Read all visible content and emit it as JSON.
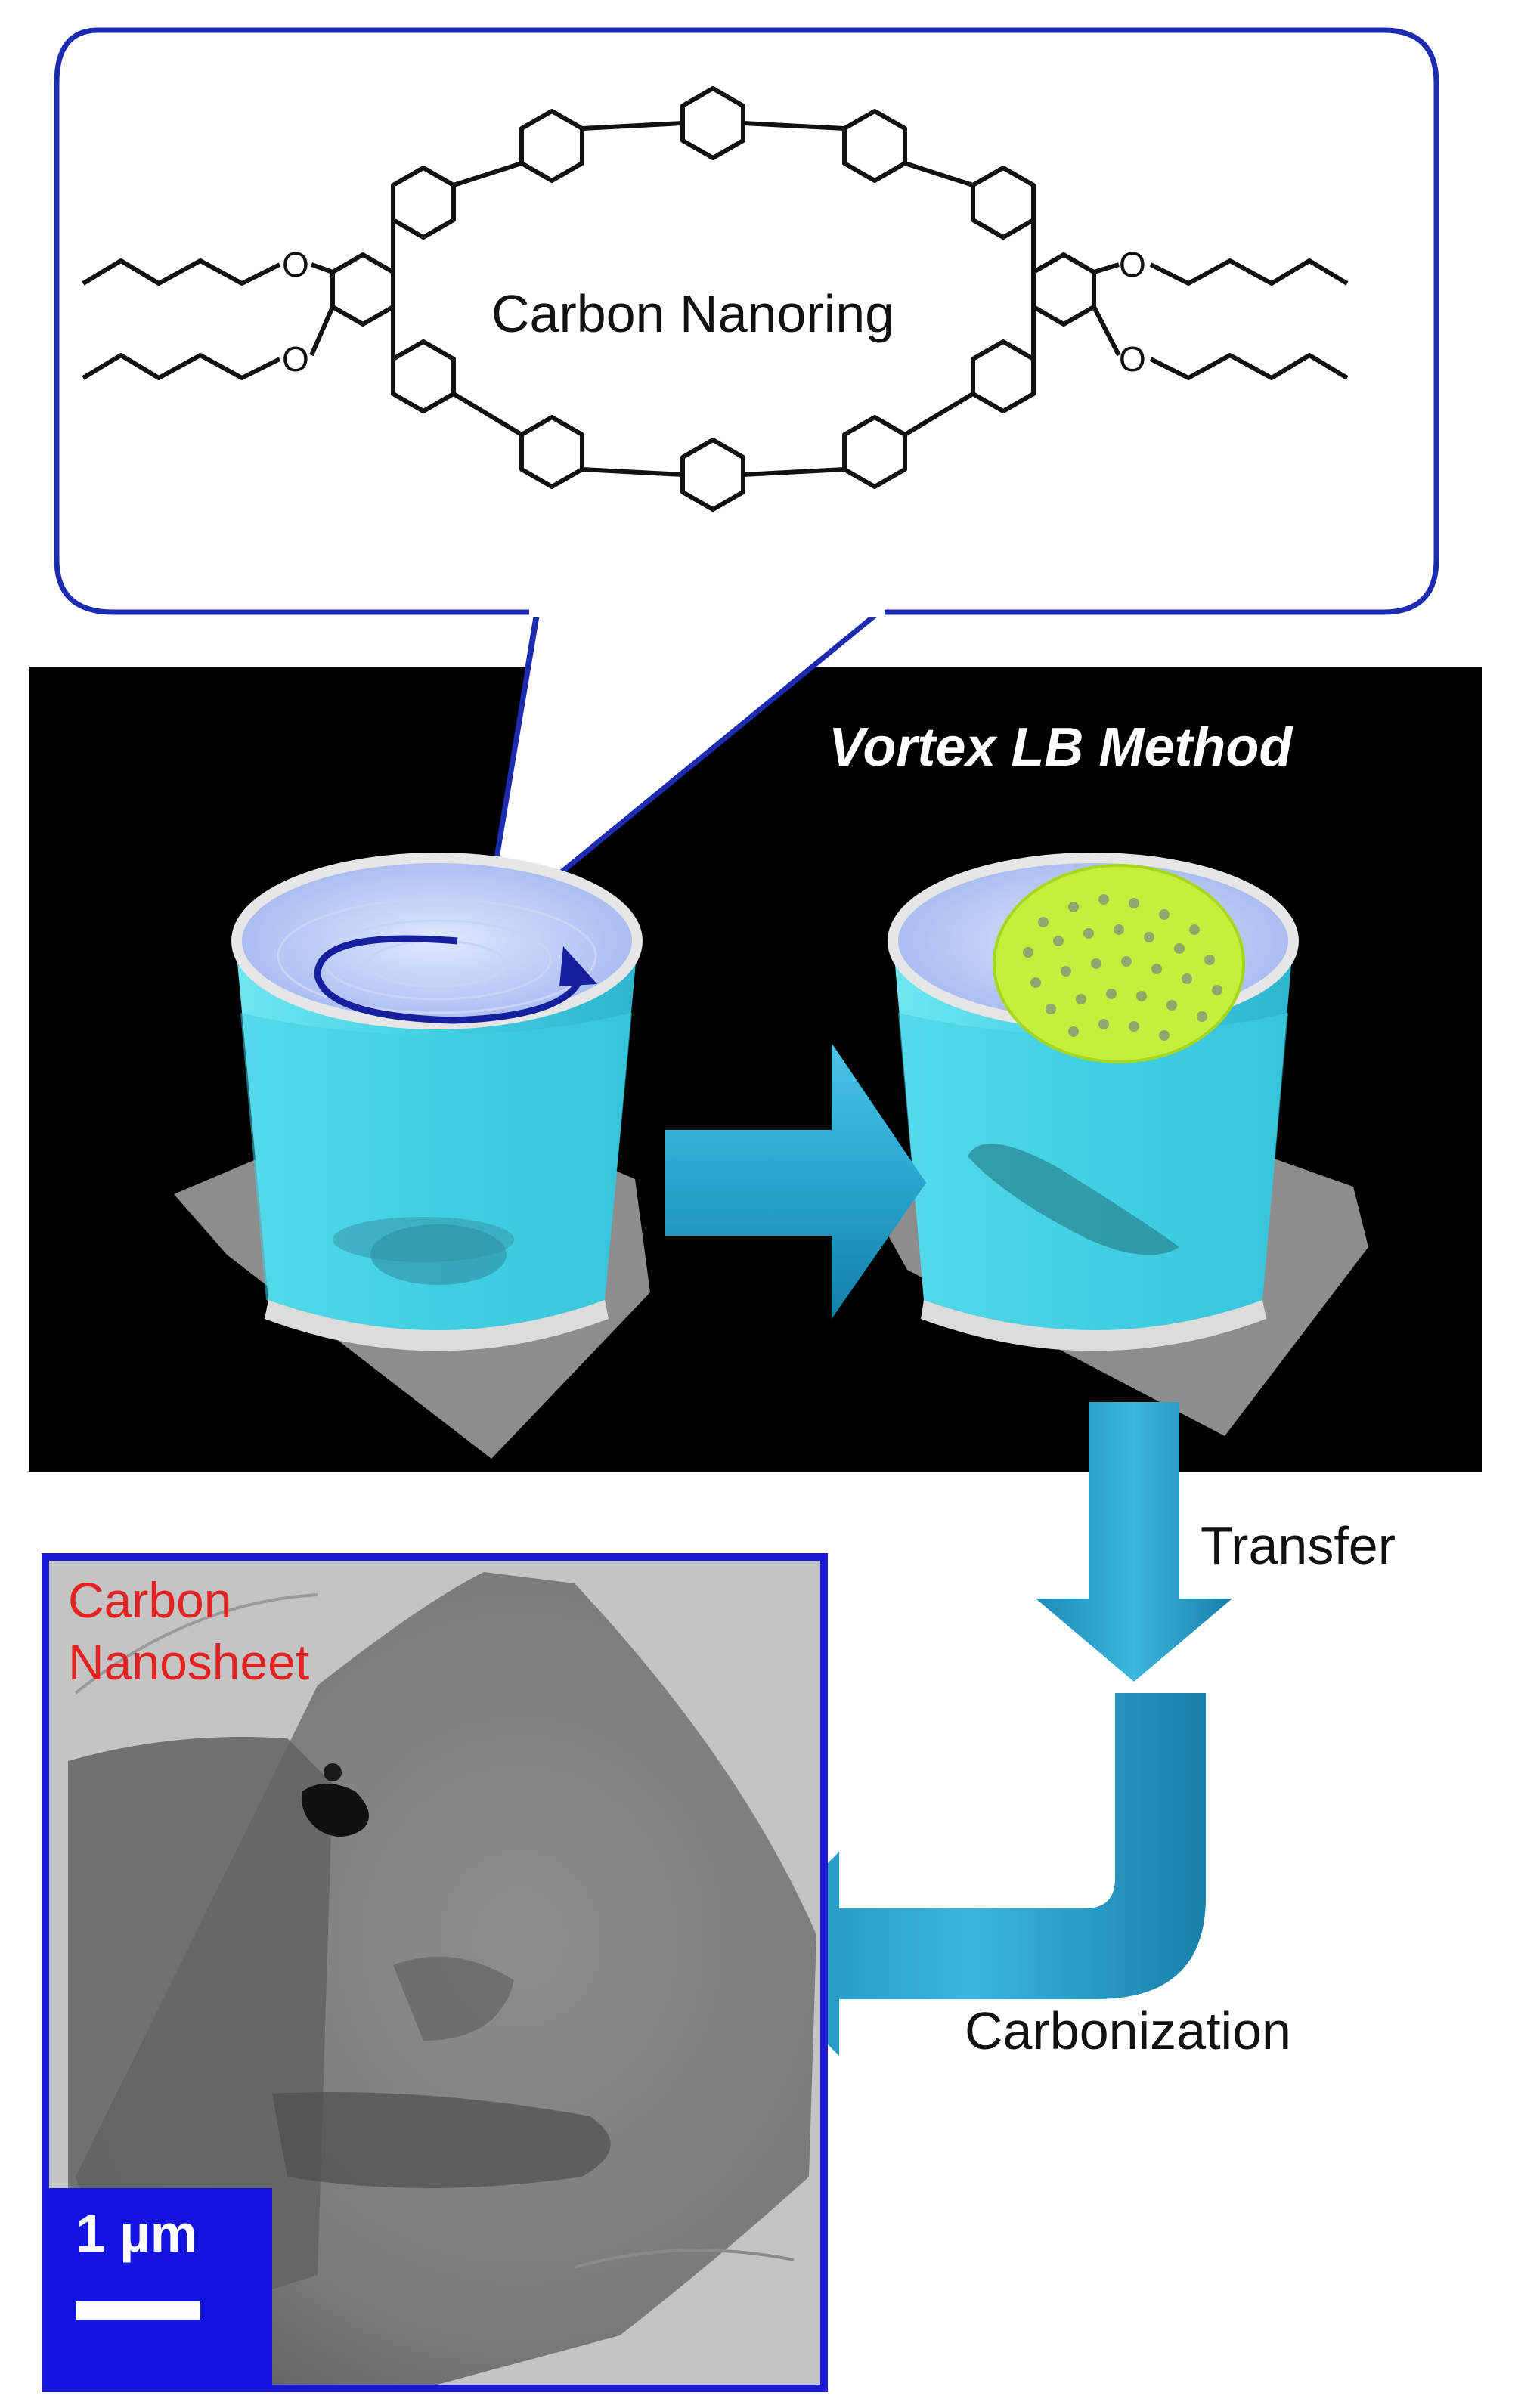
{
  "callout": {
    "molecule_name": "Carbon Nanoring"
  },
  "panel": {
    "method_title": "Vortex LB Method"
  },
  "steps": {
    "transfer": "Transfer",
    "carbonization": "Carbonization"
  },
  "tem": {
    "title_line1": "Carbon",
    "title_line2": "Nanosheet",
    "scale_bar": "1 µm"
  },
  "colors": {
    "callout_border": "#1c2bb0",
    "panel_bg": "#000000",
    "water": "#5fe0ee",
    "arrow": "#1f9ec6",
    "film": "#c4ef3a",
    "tem_border": "#1a1ad6",
    "sheet_label": "#e32222"
  }
}
